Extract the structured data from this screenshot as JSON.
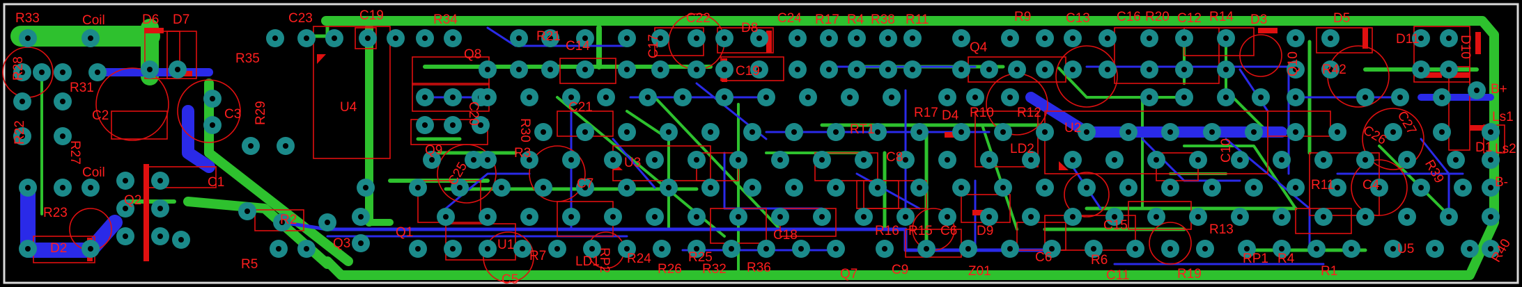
{
  "colors": {
    "background": "#000000",
    "outline": "#d9d9d9",
    "top_copper": "#2ec12e",
    "bottom_copper": "#2a2ae8",
    "pad": "#1b8a8a",
    "silkscreen": "#e01010",
    "pad_hole": "#000000"
  },
  "labels": [
    "R33",
    "Coil",
    "D6",
    "D7",
    "C23",
    "C19",
    "R34",
    "C22",
    "D8",
    "C24",
    "R17",
    "R4",
    "R38",
    "R11",
    "R9",
    "C13",
    "C16",
    "R20",
    "C12",
    "R14",
    "D3",
    "D5",
    "D11",
    "D10",
    "R28",
    "R31",
    "C2",
    "R35",
    "Q8",
    "R21",
    "C14",
    "C17",
    "C19",
    "Q4",
    "Q10",
    "R42",
    "B+",
    "R22",
    "R27",
    "C3",
    "R29",
    "U4",
    "C20",
    "C21",
    "R30",
    "RT1",
    "R17",
    "D4",
    "R10",
    "R12",
    "U2",
    "C26",
    "C27",
    "Ls1",
    "Q9",
    "R3",
    "C25",
    "U3",
    "C8",
    "LD2",
    "C10",
    "Ls2",
    "D1",
    "Coil",
    "C1",
    "C7",
    "R16",
    "R15",
    "C6",
    "D9",
    "R13",
    "C15",
    "R11",
    "C4",
    "R39",
    "B-",
    "R23",
    "Q2",
    "R2",
    "Q3",
    "U1",
    "R7",
    "LD1",
    "RP2",
    "R24",
    "R25",
    "C18",
    "Q7",
    "R6",
    "C11",
    "RP1",
    "R4",
    "R1",
    "U5",
    "R40",
    "D2",
    "R5",
    "Q1",
    "C5",
    "R26",
    "R32",
    "R36",
    "C9",
    "Z01",
    "C6",
    "R19"
  ]
}
